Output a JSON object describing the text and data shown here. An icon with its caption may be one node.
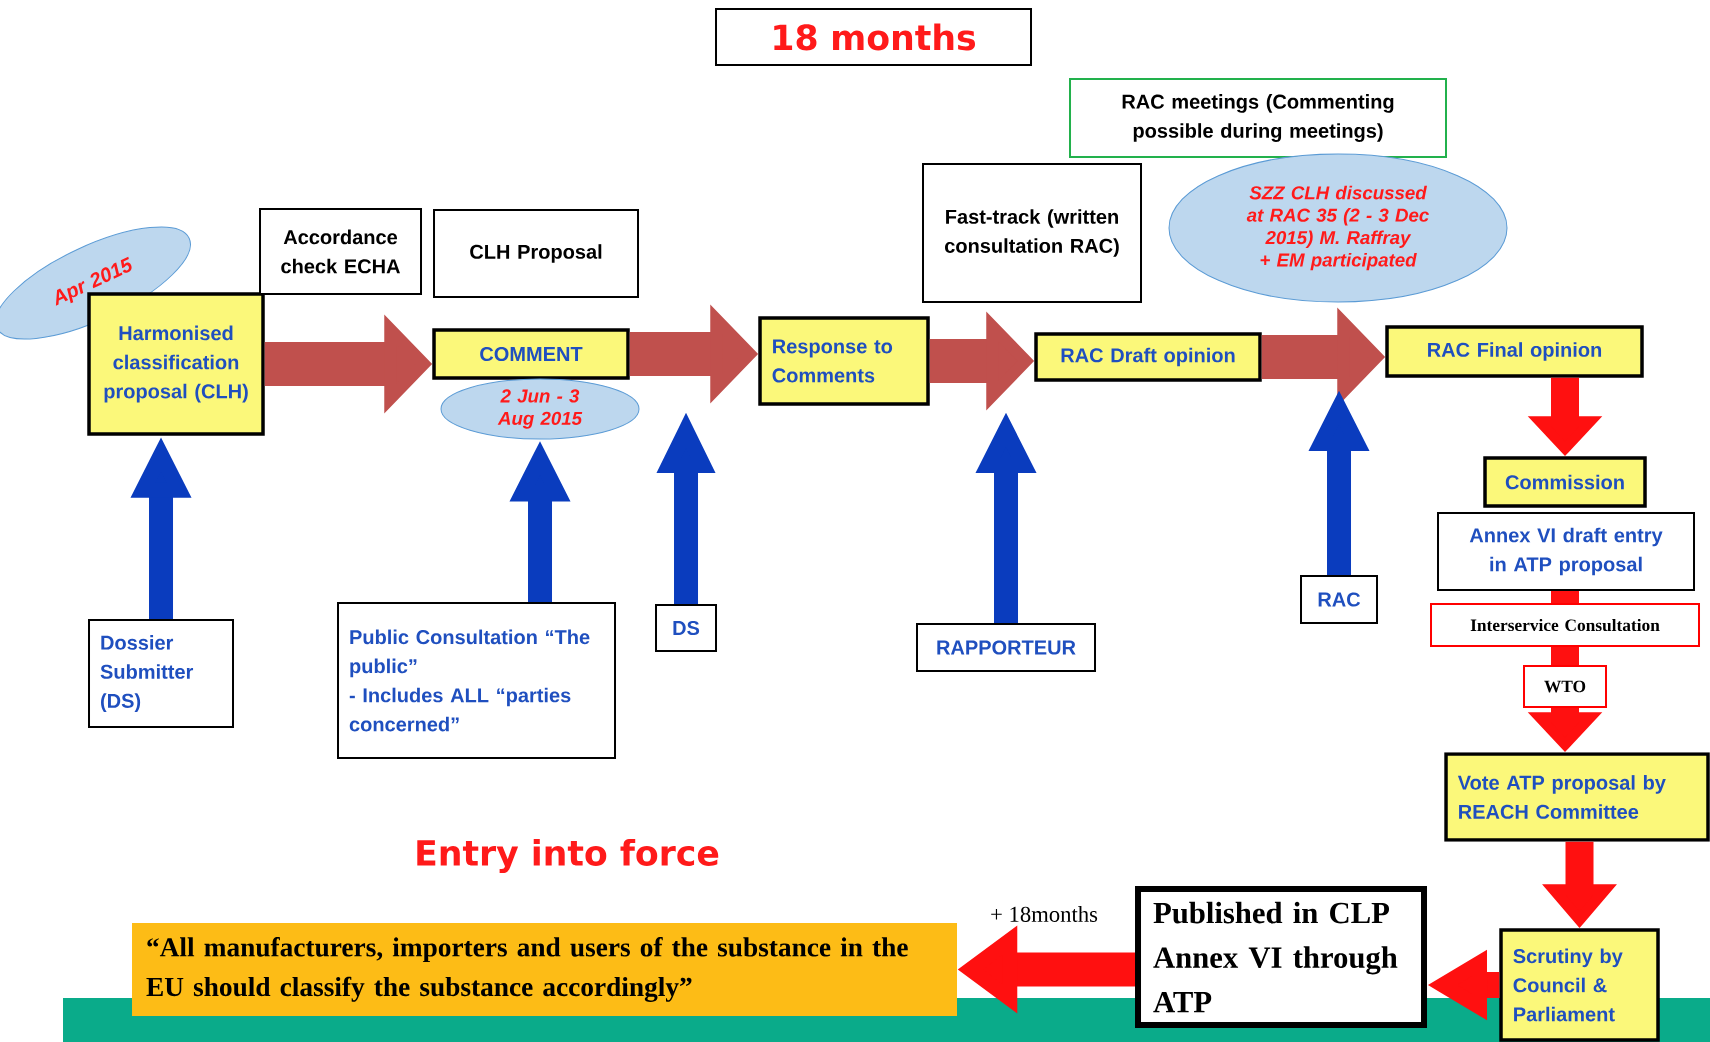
{
  "diagram": {
    "nodes": [
      {
        "text": [
          "18 months"
        ]
      },
      {
        "text": [
          "RAC meetings (Commenting possible during meetings)"
        ]
      },
      {
        "text": [
          "Apr 2015"
        ]
      },
      {
        "text": [
          "Harmonised classification proposal (CLH)"
        ]
      },
      {
        "text": [
          "Accordance check ECHA"
        ]
      },
      {
        "text": [
          "CLH Proposal"
        ]
      },
      {
        "text": [
          "COMMENT"
        ]
      },
      {
        "text": [
          "2 Jun - 3 Aug 2015"
        ]
      },
      {
        "text": [
          "Response to Comments"
        ]
      },
      {
        "text": [
          "Fast-track (written consultation RAC)"
        ]
      },
      {
        "text": [
          "SZZ CLH discussed at RAC 35 (2 - 3 Dec 2015) M. Raffray + EM participated"
        ]
      },
      {
        "text": [
          "RAC Draft opinion"
        ]
      },
      {
        "text": [
          "RAC Final opinion"
        ]
      },
      {
        "text": [
          "Commission"
        ]
      },
      {
        "text": [
          "Annex VI draft entry in ATP proposal"
        ]
      },
      {
        "text": [
          "Interservice Consultation"
        ]
      },
      {
        "text": [
          "WTO"
        ]
      },
      {
        "text": [
          "Vote ATP proposal by REACH Committee"
        ]
      },
      {
        "text": [
          "Scrutiny by Council & Parliament"
        ]
      },
      {
        "text": [
          "Published in CLP Annex VI through ATP"
        ]
      },
      {
        "text": [
          "“All manufacturers, importers and users of the substance in the EU should classify the substance accordingly”"
        ]
      },
      {
        "text": [
          "Dossier Submitter (DS)"
        ]
      },
      {
        "text": [
          "Public Consultation “The public”",
          "- Includes ALL “parties concerned”"
        ]
      },
      {
        "text": [
          "DS"
        ]
      },
      {
        "text": [
          "RAPPORTEUR"
        ]
      },
      {
        "text": [
          "RAC"
        ]
      }
    ],
    "edges": [
      {
        "from": 3,
        "to": 6,
        "arrow": "to",
        "color": "#c0504d"
      },
      {
        "from": 6,
        "to": 8,
        "arrow": "to",
        "color": "#c0504d"
      },
      {
        "from": 8,
        "to": 11,
        "arrow": "to",
        "color": "#c0504d"
      },
      {
        "from": 11,
        "to": 12,
        "arrow": "to",
        "color": "#c0504d"
      },
      {
        "from": 21,
        "to": 3,
        "arrow": "to",
        "color": "#0a3cbe"
      },
      {
        "from": 22,
        "to": 7,
        "arrow": "to",
        "color": "#0a3cbe"
      },
      {
        "from": 23,
        "to": null,
        "arrow": "to",
        "color": "#0a3cbe"
      },
      {
        "from": 24,
        "to": null,
        "arrow": "to",
        "color": "#0a3cbe"
      },
      {
        "from": 25,
        "to": null,
        "arrow": "to",
        "color": "#0a3cbe"
      },
      {
        "from": 12,
        "to": 13,
        "arrow": "to"
      },
      {
        "from": 14,
        "to": 15,
        "arrow": "none"
      },
      {
        "from": 15,
        "to": 16,
        "arrow": "none"
      },
      {
        "from": 16,
        "to": 17,
        "arrow": "to"
      },
      {
        "from": 17,
        "to": 18,
        "arrow": "to"
      },
      {
        "from": 18,
        "to": 19,
        "arrow": "to"
      },
      {
        "from": 19,
        "to": 20,
        "arrow": "to",
        "label": "+ 18months"
      }
    ],
    "labels": [
      "Entry into force"
    ]
  }
}
